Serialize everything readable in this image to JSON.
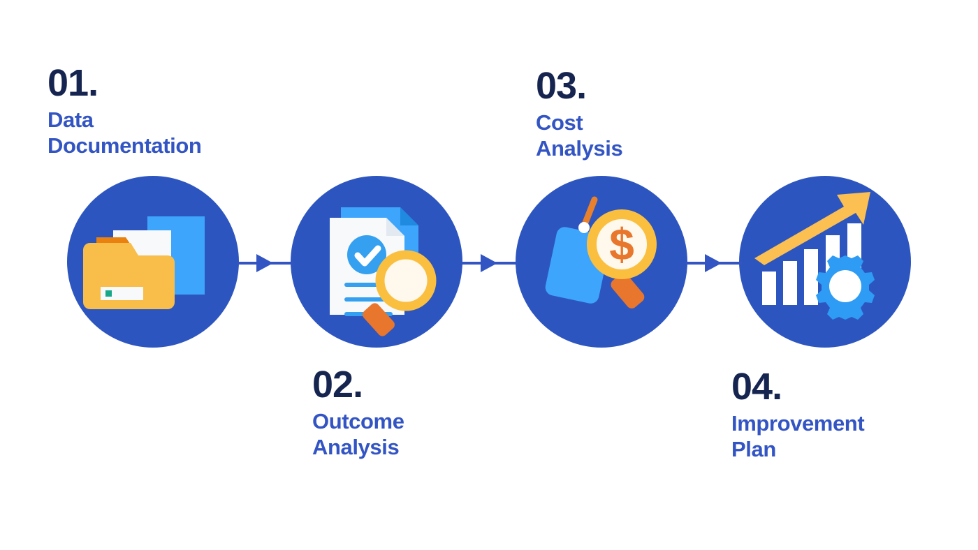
{
  "page": {
    "title": "Four Step Process Infographic",
    "background_color": "#FFFFFF"
  },
  "palette": {
    "circle_blue": "#2D55BF",
    "number_navy": "#162450",
    "title_blue": "#3355C4",
    "connector_blue": "#3355C4",
    "icon_light_blue": "#3DA5FC",
    "icon_yellow": "#FBBF52",
    "icon_orange": "#E8762C",
    "icon_folder_yellow": "#F9BE4A",
    "icon_white": "#F7F9FB",
    "icon_green": "#17A888"
  },
  "steps": [
    {
      "number": "01.",
      "title": "Data\nDocumentation",
      "label_position": "top",
      "icon_name": "folder-documents-icon",
      "icon_parts": [
        "blue-document",
        "white-document",
        "orange-folder-tab",
        "yellow-folder-body",
        "white-folder-label",
        "green-label-square"
      ]
    },
    {
      "number": "02.",
      "title": "Outcome\nAnalysis",
      "label_position": "bottom",
      "icon_name": "document-checkmark-magnifier-icon",
      "icon_parts": [
        "blue-back-document",
        "white-front-document",
        "blue-check-badge",
        "text-lines",
        "magnifier-ring",
        "magnifier-handle"
      ]
    },
    {
      "number": "03.",
      "title": "Cost\nAnalysis",
      "label_position": "top",
      "icon_name": "price-tag-dollar-magnifier-icon",
      "icon_parts": [
        "blue-price-tag",
        "tag-hole",
        "orange-string",
        "magnifier-ring",
        "dollar-sign",
        "magnifier-handle"
      ]
    },
    {
      "number": "04.",
      "title": "Improvement\nPlan",
      "label_position": "bottom",
      "icon_name": "growth-chart-gear-icon",
      "icon_parts": [
        "white-bars",
        "yellow-growth-arrow",
        "blue-gear"
      ]
    }
  ],
  "connectors": [
    {
      "name": "connector-1-2",
      "symbol": "arrow-right"
    },
    {
      "name": "connector-2-3",
      "symbol": "arrow-right"
    },
    {
      "name": "connector-3-4",
      "symbol": "arrow-right"
    }
  ]
}
